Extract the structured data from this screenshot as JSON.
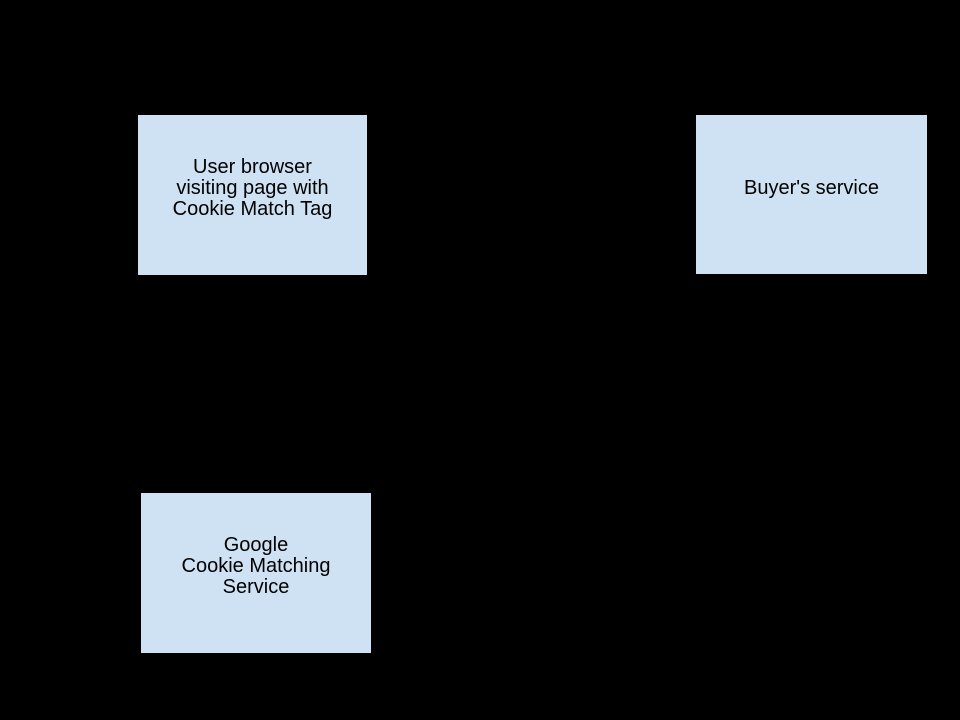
{
  "diagram": {
    "background": "#000000",
    "node_fill": "#cfe2f3",
    "node_border": "#000000",
    "text_color": "#000000",
    "nodes": [
      {
        "name": "user-browser",
        "lines": [
          "User browser",
          "visiting page with",
          "Cookie Match Tag"
        ]
      },
      {
        "name": "buyers-service",
        "lines": [
          "Buyer's service"
        ]
      },
      {
        "name": "google-cookie-matching-service",
        "lines": [
          "Google",
          "Cookie Matching",
          "Service"
        ]
      }
    ]
  }
}
